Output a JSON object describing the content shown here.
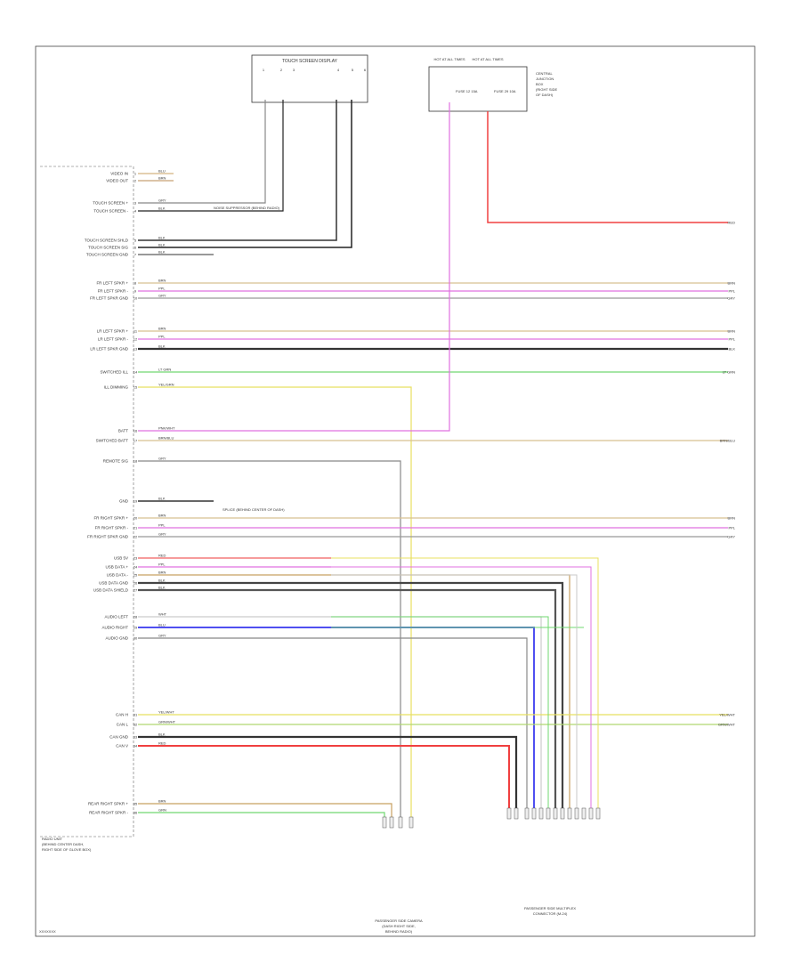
{
  "diagram": {
    "footer_code": "XXXXXXX",
    "top_left_module": {
      "title": "TOUCH SCREEN DISPLAY",
      "pins": [
        "1",
        "2",
        "3",
        "4",
        "5",
        "6"
      ]
    },
    "top_right_module": {
      "connector_labels": [
        "HOT AT ALL TIMES",
        "HOT AT ALL TIMES"
      ],
      "fuse_labels": [
        "FUSE 12 15A",
        "FUSE 29 10A"
      ],
      "title_lines": [
        "CENTRAL",
        "JUNCTION",
        "BOX",
        "(RIGHT SIDE",
        "OF DASH)"
      ]
    },
    "main_module_title_lines": [
      "RADIO UNIT",
      "(BEHIND CENTER DASH,",
      "RIGHT SIDE OF GLOVE BOX)"
    ],
    "left_rows": [
      {
        "label": "VIDEO IN",
        "pin": "1",
        "wire": "BLU"
      },
      {
        "label": "VIDEO OUT",
        "pin": "2",
        "wire": "BRN"
      },
      {
        "label": "TOUCH SCREEN +",
        "pin": "3",
        "wire": "GRY"
      },
      {
        "label": "TOUCH SCREEN -",
        "pin": "4",
        "wire": "BLK"
      },
      {
        "label": "TOUCH SCREEN SHLD",
        "pin": "5",
        "wire": "BLK"
      },
      {
        "label": "TOUCH SCREEN SIG",
        "pin": "6",
        "wire": "BLK"
      },
      {
        "label": "TOUCH SCREEN GND",
        "pin": "7",
        "wire": "BLK"
      },
      {
        "label": "FR LEFT SPKR +",
        "pin": "8",
        "wire": "BRN"
      },
      {
        "label": "FR LEFT SPKR -",
        "pin": "9",
        "wire": "PPL"
      },
      {
        "label": "FR LEFT SPKR GND",
        "pin": "10",
        "wire": "GRY"
      },
      {
        "label": "LR LEFT SPKR +",
        "pin": "11",
        "wire": "BRN"
      },
      {
        "label": "LR LEFT SPKR -",
        "pin": "12",
        "wire": "PPL"
      },
      {
        "label": "LR LEFT SPKR GND",
        "pin": "13",
        "wire": "BLK"
      },
      {
        "label": "SWITCHED ILL",
        "pin": "14",
        "wire": "LT GRN"
      },
      {
        "label": "ILL DIMMING",
        "pin": "15",
        "wire": "YEL/GRN"
      },
      {
        "label": "BATT",
        "pin": "16",
        "wire": "PNK/WHT"
      },
      {
        "label": "SWITCHED BATT",
        "pin": "17",
        "wire": "BRN/BLU"
      },
      {
        "label": "REMOTE SIG",
        "pin": "18",
        "wire": "GRY"
      },
      {
        "label": "GND",
        "pin": "19",
        "wire": "BLK"
      },
      {
        "label": "FR RIGHT SPKR +",
        "pin": "20",
        "wire": "BRN"
      },
      {
        "label": "FR RIGHT SPKR -",
        "pin": "21",
        "wire": "PPL"
      },
      {
        "label": "FR RIGHT SPKR GND",
        "pin": "22",
        "wire": "GRY"
      },
      {
        "label": "USB 5V",
        "pin": "23",
        "wire": "RED"
      },
      {
        "label": "USB DATA +",
        "pin": "24",
        "wire": "PPL"
      },
      {
        "label": "USB DATA -",
        "pin": "25",
        "wire": "BRN"
      },
      {
        "label": "USB DATA GND",
        "pin": "26",
        "wire": "BLK"
      },
      {
        "label": "USB DATA SHIELD",
        "pin": "27",
        "wire": "BLK"
      },
      {
        "label": "AUDIO LEFT",
        "pin": "28",
        "wire": "WHT"
      },
      {
        "label": "AUDIO RIGHT",
        "pin": "29",
        "wire": "BLU"
      },
      {
        "label": "AUDIO GND",
        "pin": "30",
        "wire": "GRY"
      },
      {
        "label": "CAN H",
        "pin": "31",
        "wire": "YEL/WHT"
      },
      {
        "label": "CAN L",
        "pin": "32",
        "wire": "GRN/WHT"
      },
      {
        "label": "CAN GND",
        "pin": "33",
        "wire": "BLK"
      },
      {
        "label": "CAN V",
        "pin": "34",
        "wire": "RED"
      },
      {
        "label": "REAR RIGHT SPKR +",
        "pin": "35",
        "wire": "BRN"
      },
      {
        "label": "REAR RIGHT SPKR -",
        "pin": "36",
        "wire": "GRN"
      }
    ],
    "right_tags": [
      "RED",
      "BRN",
      "PPL",
      "GRY",
      "BRN",
      "PPL",
      "BLK",
      "LT GRN",
      "BRN/BLU",
      "BRN",
      "PPL",
      "GRY",
      "YEL/WHT",
      "GRN/WHT"
    ],
    "notes": [
      "NOISE SUPPRESSOR (BEHIND RADIO)",
      "SPLICE (BEHIND CENTER OF DASH)"
    ],
    "bottom_left_label_lines": [
      "PASSENGER SIDE CAMERA",
      "(DASH RIGHT SIDE,",
      "BEHIND RADIO)"
    ],
    "bottom_right_label_lines": [
      "PASSENGER SIDE MULTIPLEX",
      "CONNECTOR (M-24)"
    ]
  }
}
